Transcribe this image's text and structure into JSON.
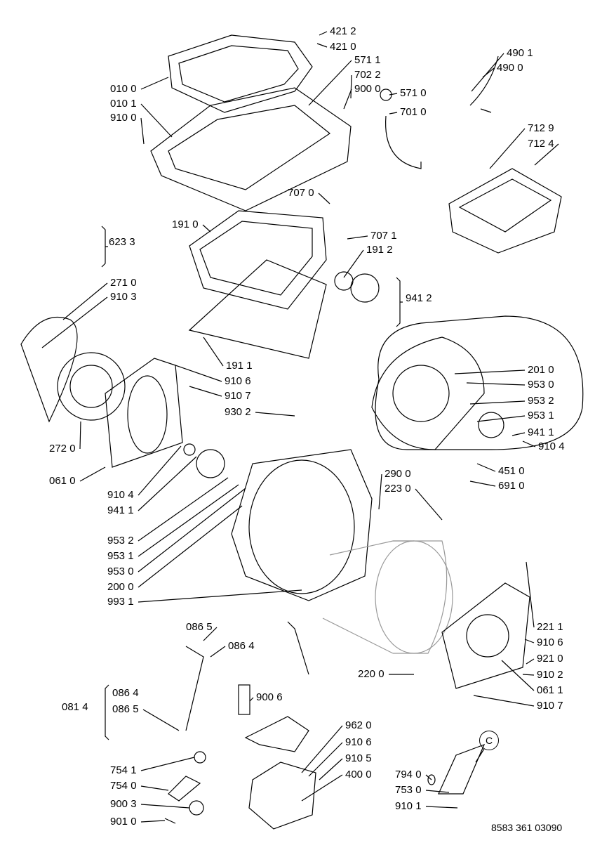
{
  "labels": [
    "421 2",
    "421 0",
    "490 1",
    "490 0",
    "571 1",
    "702 2",
    "010 0",
    "900 0",
    "571 0",
    "010 1",
    "701 0",
    "910 0",
    "712 9",
    "712 4",
    "707 0",
    "191 0",
    "707 1",
    "623 3",
    "191 2",
    "271 0",
    "910 3",
    "941 2",
    "201 0",
    "191 1",
    "910 6",
    "953 0",
    "910 7",
    "953 2",
    "930 2",
    "953 1",
    "941 1",
    "910 4",
    "272 0",
    "451 0",
    "290 0",
    "061 0",
    "691 0",
    "223 0",
    "910 4",
    "941 1",
    "953 2",
    "953 1",
    "953 0",
    "200 0",
    "993 1",
    "221 1",
    "086 5",
    "910 6",
    "086 4",
    "921 0",
    "220 0",
    "910 2",
    "061 1",
    "086 4",
    "900 6",
    "081 4",
    "086 5",
    "910 7",
    "962 0",
    "910 6",
    "910 5",
    "754 1",
    "400 0",
    "794 0",
    "754 0",
    "753 0",
    "900 3",
    "910 1",
    "901 0"
  ],
  "callout": "C",
  "document_number": "8583 361 03090"
}
